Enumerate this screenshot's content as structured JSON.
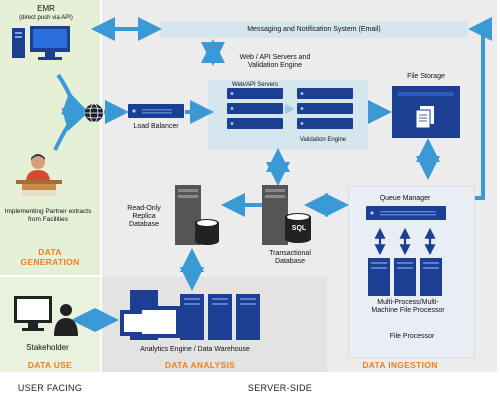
{
  "zones": {
    "data_generation": "DATA\nGENERATION",
    "data_use": "DATA USE",
    "data_analysis": "DATA ANALYSIS",
    "data_ingestion": "DATA INGESTION"
  },
  "footer": {
    "user_facing": "USER FACING",
    "server_side": "SERVER-SIDE"
  },
  "nodes": {
    "emr_title": "EMR",
    "emr_subtitle": "(direct push via API)",
    "partner": "Implementing Partner extracts from Facilities",
    "load_balancer": "Load Balancer",
    "messaging": "Messaging and Notification System (Email)",
    "web_api_title": "Web / API Servers and\nValidation Engine",
    "web_api_servers": "Web/API Servers",
    "validation_engine": "Validation Engine",
    "file_storage": "File Storage",
    "read_only_db": "Read-Only\nReplica\nDatabase",
    "transactional_db": "Transactional\nDatabase",
    "sql_label": "SQL",
    "queue_manager": "Queue Manager",
    "multi_process": "Multi-Process/Multi-\nMachine File Processor",
    "file_processor": "File Processor",
    "stakeholder": "Stakeholder",
    "analytics": "Analytics Engine / Data Warehouse"
  },
  "colors": {
    "server_blue": "#1c3f94",
    "arrow_blue": "#3a9ad5",
    "zone_green": "#e6f0d6",
    "zone_gray": "#ececec",
    "accent_orange": "#f07f1d"
  }
}
